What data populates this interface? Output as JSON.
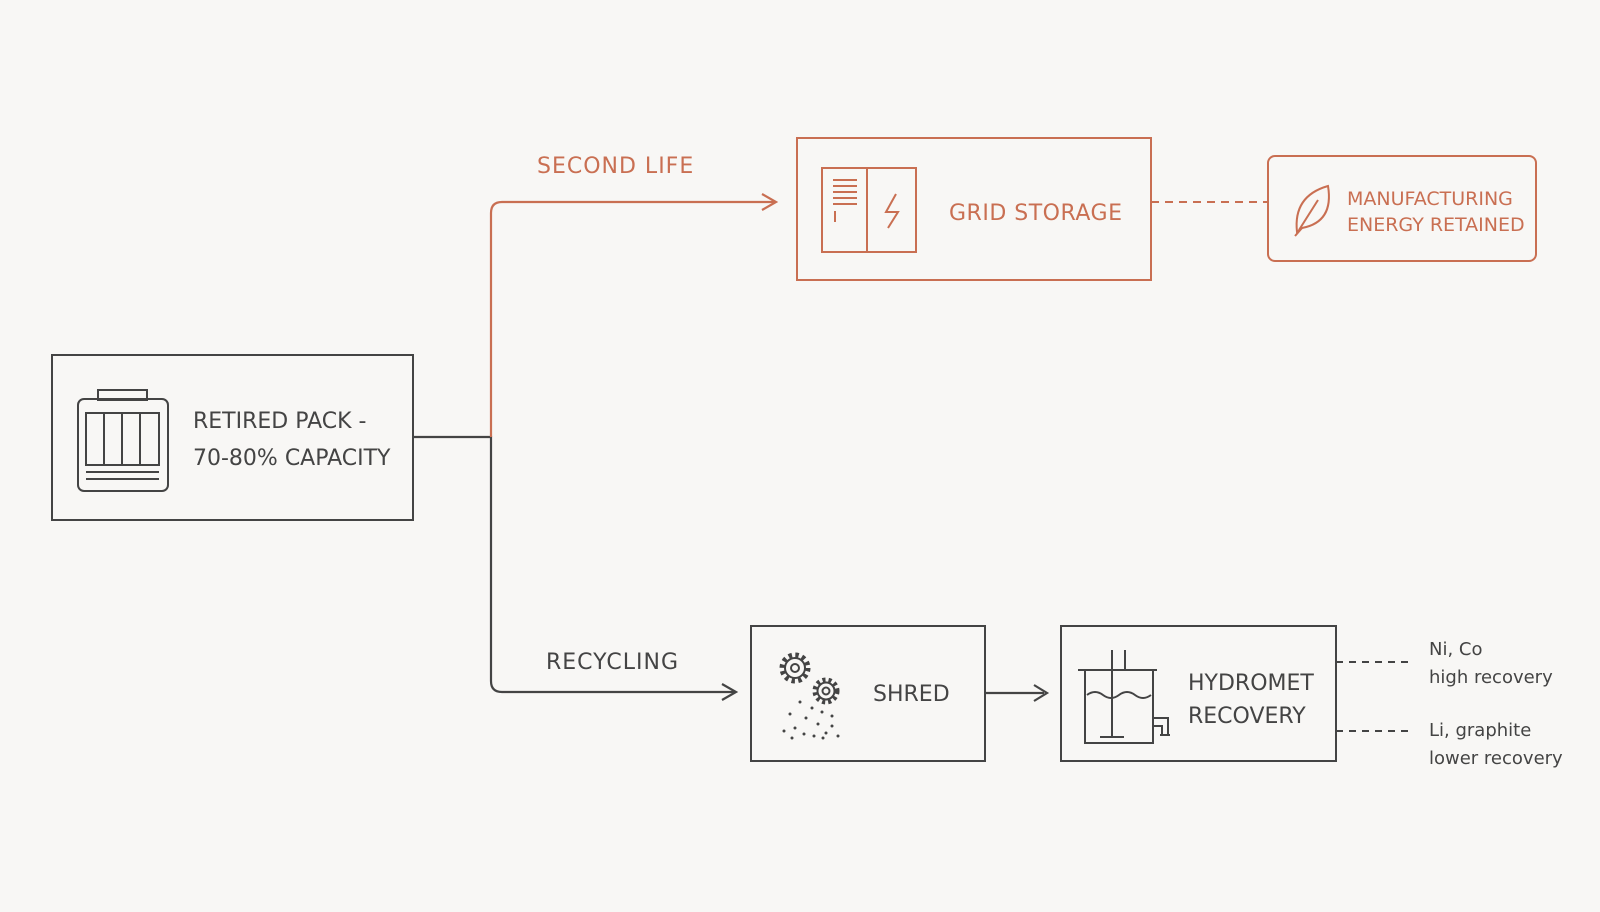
{
  "colors": {
    "accent": "#c96f52",
    "dark": "#444444",
    "background": "#f8f7f5"
  },
  "nodes": {
    "retired_pack": {
      "line1": "RETIRED PACK -",
      "line2": "70-80% CAPACITY",
      "icon": "battery-pack-icon"
    },
    "grid_storage": {
      "label": "GRID STORAGE",
      "icon": "storage-cabinet-bolt-icon"
    },
    "manufacturing": {
      "line1": "MANUFACTURING",
      "line2": "ENERGY RETAINED",
      "icon": "leaf-icon"
    },
    "shred": {
      "label": "SHRED",
      "icon": "gears-icon"
    },
    "hydromet": {
      "line1": "HYDROMET",
      "line2": "RECOVERY",
      "icon": "tank-mixer-icon"
    }
  },
  "paths": {
    "second_life": "SECOND LIFE",
    "recycling": "RECYCLING"
  },
  "outputs": {
    "ni_co": {
      "line1": "Ni, Co",
      "line2": "high recovery"
    },
    "li_graphite": {
      "line1": "Li, graphite",
      "line2": "lower recovery"
    }
  }
}
